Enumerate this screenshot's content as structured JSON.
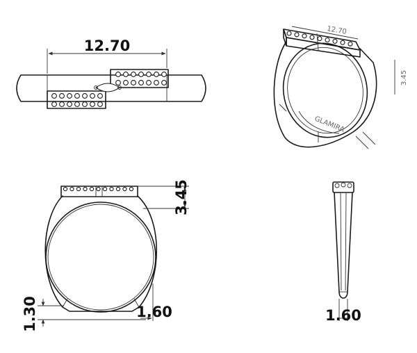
{
  "dimensions": {
    "width_top": "12.70",
    "height_face": "3.45",
    "shank_bottom": "1.30",
    "shank_width": "1.60",
    "side_width": "1.60"
  },
  "iso_labels": {
    "width": "12.70",
    "height": "3.45",
    "stamp": "GLAMIRA"
  },
  "colors": {
    "line": "#1a1a1a",
    "background": "#ffffff"
  }
}
